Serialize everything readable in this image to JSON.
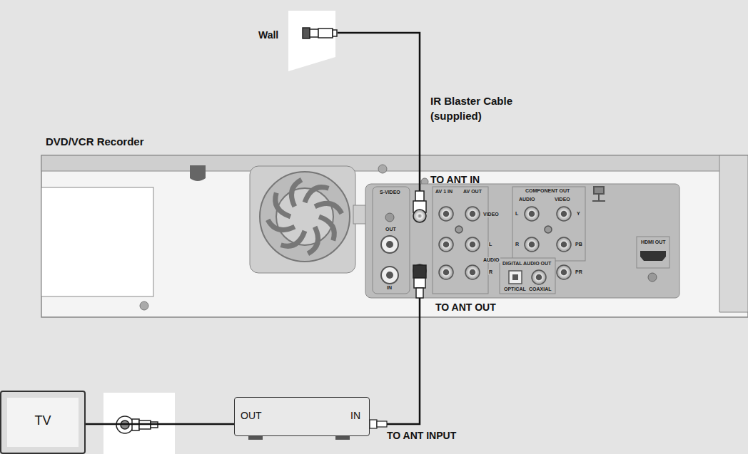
{
  "diagram": {
    "nodes": [
      {
        "text": [
          "Wall"
        ]
      },
      {
        "text": [
          "DVD/VCR Recorder"
        ]
      },
      {
        "text": [
          "OUT",
          "IN"
        ]
      },
      {
        "text": [
          "TV"
        ]
      }
    ],
    "edges": [
      {
        "from": 0,
        "to": 1,
        "arrow": "none",
        "label": "IR Blaster Cable (supplied)"
      },
      {
        "from": 1,
        "to": 2,
        "arrow": "none"
      },
      {
        "from": 2,
        "to": 3,
        "arrow": "none"
      }
    ],
    "labels": [
      "TO ANT IN",
      "TO ANT OUT",
      "TO ANT INPUT",
      "S-VIDEO",
      "OUT",
      "IN",
      "AV 1 IN",
      "AV OUT",
      "VIDEO",
      "L",
      "AUDIO",
      "R",
      "COMPONENT OUT",
      "AUDIO",
      "VIDEO",
      "L",
      "R",
      "Y",
      "PB",
      "PR",
      "DIGITAL AUDIO OUT",
      "OPTICAL",
      "COAXIAL",
      "HDMI OUT"
    ]
  }
}
